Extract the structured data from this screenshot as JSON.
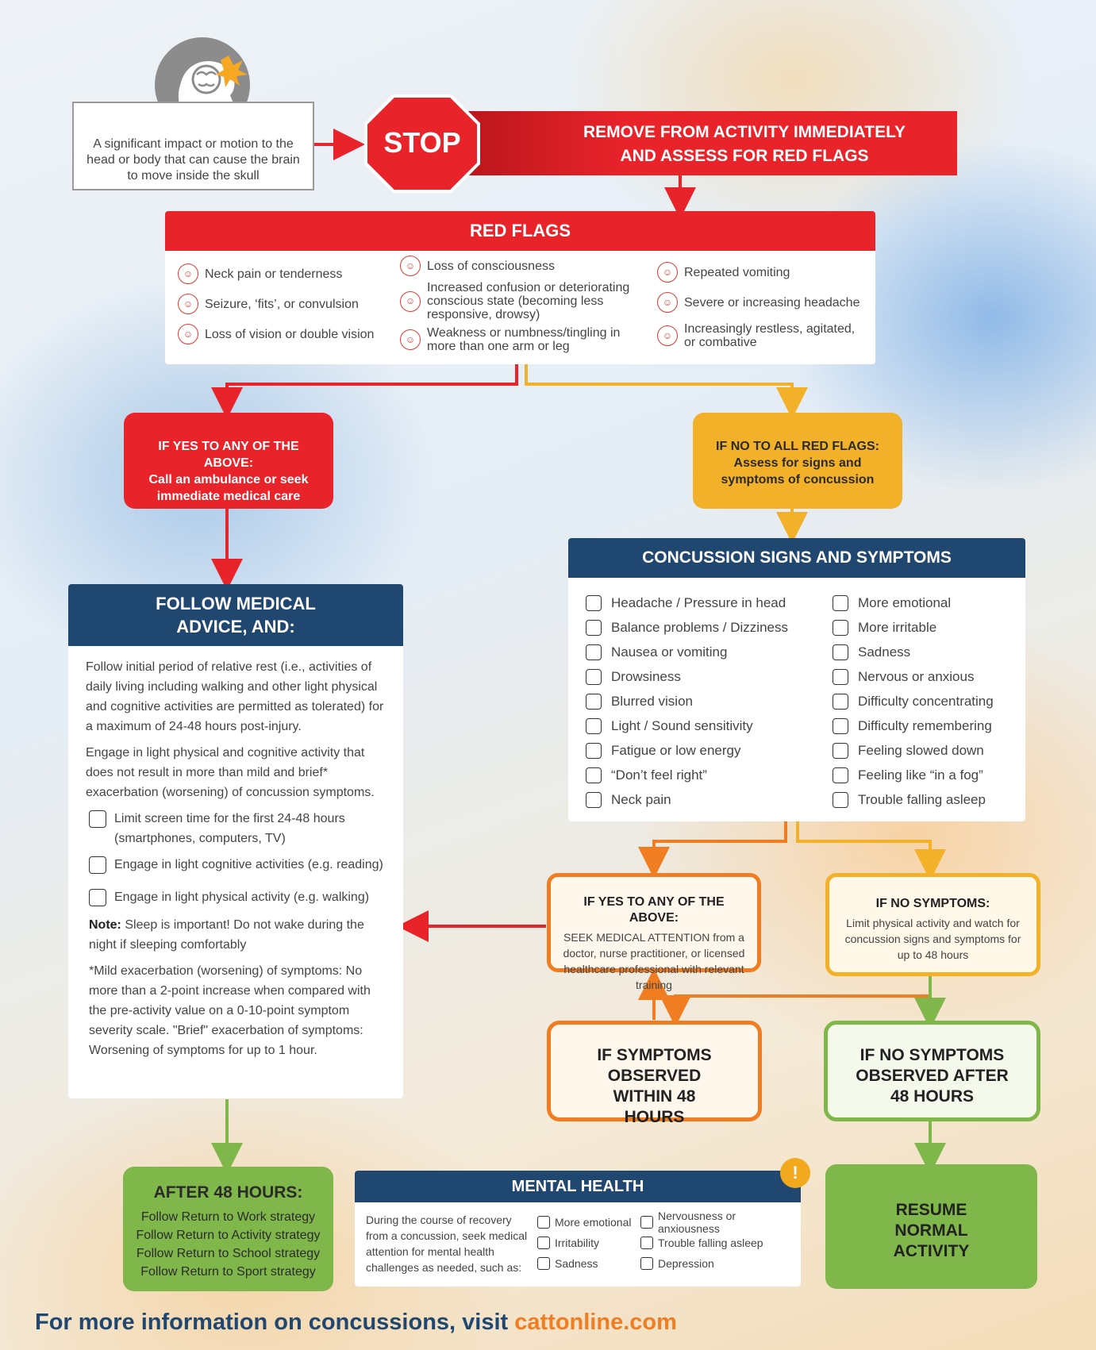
{
  "impact": {
    "text": "A significant impact or motion to the head or body that can cause the brain to move inside the skull"
  },
  "stop": {
    "label": "STOP",
    "banner_line1": "REMOVE FROM ACTIVITY IMMEDIATELY",
    "banner_line2": "AND ASSESS FOR RED FLAGS"
  },
  "red_flags": {
    "title": "RED FLAGS",
    "col1": [
      "Neck pain or tenderness",
      "Seizure, ‘fits’, or convulsion",
      "Loss of vision or double vision"
    ],
    "col2": [
      "Loss of consciousness",
      "Increased confusion or deteriorating conscious state (becoming less responsive, drowsy)",
      "Weakness or numbness/tingling in more than one arm or leg"
    ],
    "col3": [
      "Repeated vomiting",
      "Severe or increasing headache",
      "Increasingly restless, agitated, or combative"
    ]
  },
  "yes_red": {
    "line1": "IF YES TO ANY OF THE ABOVE:",
    "line2": "Call an ambulance or seek immediate medical care"
  },
  "no_red": {
    "line1": "IF NO TO ALL RED FLAGS:",
    "line2": "Assess for signs and symptoms of concussion"
  },
  "follow": {
    "title": "FOLLOW MEDICAL ADVICE, AND:",
    "para1": "Follow initial period of relative rest (i.e., activities of daily living including walking and other light physical and cognitive activities are permitted as tolerated) for a maximum of 24-48 hours post-injury.",
    "para2": "Engage in light physical and cognitive activity that does not result in more than mild and brief* exacerbation (worsening) of concussion symptoms.",
    "checks": [
      "Limit screen time for the first 24-48 hours (smartphones, computers, TV)",
      "Engage in light cognitive activities (e.g. reading)",
      "Engage in light physical activity (e.g. walking)"
    ],
    "note_label": "Note:",
    "note_text": "Sleep is important! Do not wake during the night if sleeping comfortably",
    "footnote": "*Mild exacerbation (worsening) of symptoms: No more than a 2-point increase when compared with the pre-activity value on a 0-10-point symptom severity scale. \"Brief\" exacerbation of symptoms: Worsening of symptoms for up to 1 hour."
  },
  "signs": {
    "title": "CONCUSSION SIGNS AND SYMPTOMS",
    "col1": [
      "Headache / Pressure in head",
      "Balance problems / Dizziness",
      "Nausea or vomiting",
      "Drowsiness",
      "Blurred vision",
      "Light / Sound sensitivity",
      "Fatigue or low energy",
      "“Don’t feel right”",
      "Neck pain"
    ],
    "col2": [
      "More emotional",
      "More irritable",
      "Sadness",
      "Nervous or anxious",
      "Difficulty concentrating",
      "Difficulty remembering",
      "Feeling slowed down",
      "Feeling like “in a fog”",
      "Trouble falling asleep"
    ]
  },
  "yes_symptoms": {
    "line1": "IF YES TO ANY OF THE ABOVE:",
    "line2": "SEEK MEDICAL ATTENTION from a doctor, nurse practitioner, or licensed healthcare professional with relevant training"
  },
  "no_symptoms": {
    "line1": "IF NO SYMPTOMS:",
    "line2": "Limit physical activity and watch for concussion signs and symptoms for up to 48 hours"
  },
  "observed_within": {
    "text": "IF SYMPTOMS OBSERVED WITHIN 48 HOURS"
  },
  "observed_after": {
    "text": "IF NO SYMPTOMS OBSERVED AFTER 48 HOURS"
  },
  "after48": {
    "title": "AFTER 48 HOURS:",
    "items": [
      "Follow Return to Work strategy",
      "Follow Return to Activity strategy",
      "Follow Return to School strategy",
      "Follow Return to Sport strategy"
    ]
  },
  "mental": {
    "title": "MENTAL HEALTH",
    "alert": "!",
    "intro": "During the course of recovery from a concussion, seek medical attention for mental health challenges as needed, such as:",
    "col1": [
      "More emotional",
      "Irritability",
      "Sadness"
    ],
    "col2": [
      "Nervousness or anxiousness",
      "Trouble falling asleep",
      "Depression"
    ]
  },
  "resume": {
    "text": "RESUME NORMAL ACTIVITY"
  },
  "footer": {
    "prefix": "For more information on concussions, visit ",
    "link": "cattonline.com"
  },
  "colors": {
    "red": "#e8232a",
    "orange": "#f07d22",
    "yellow": "#f2b128",
    "green": "#7fb74a",
    "navy": "#1f4770"
  }
}
